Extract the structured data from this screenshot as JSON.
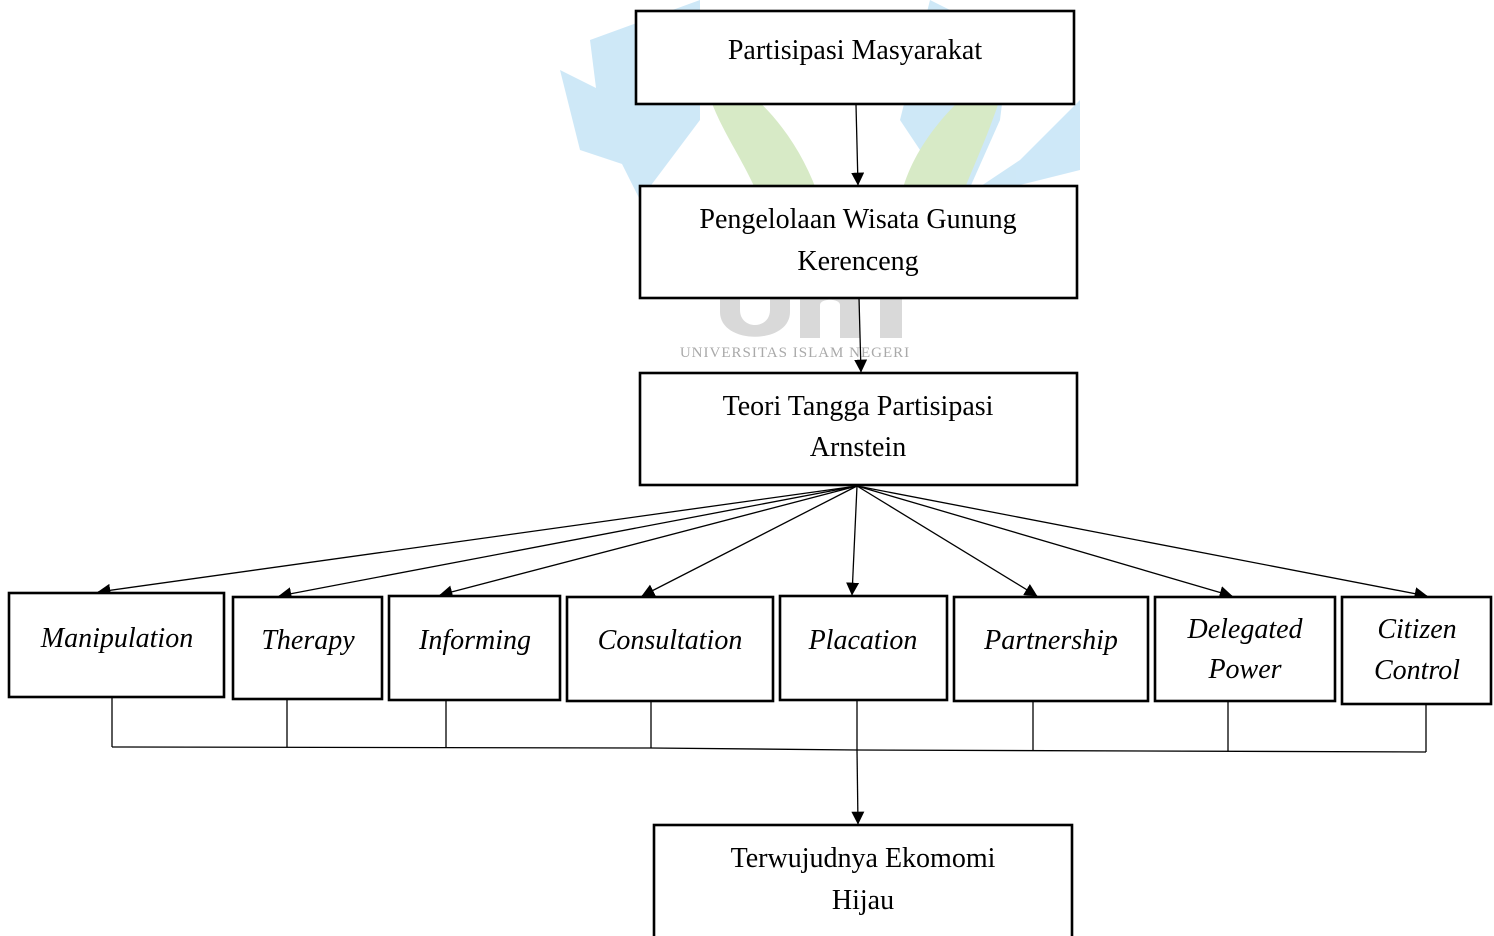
{
  "watermark": {
    "line1": "UNIVERSITAS ISLAM NEGERI",
    "colors": {
      "blue": "#c9e6f7",
      "green": "#d3e8c0",
      "gray": "#d9d9d9"
    }
  },
  "nodes": {
    "top": {
      "lines": [
        "Partisipasi Masyarakat"
      ]
    },
    "management": {
      "lines": [
        "Pengelolaan Wisata Gunung",
        "Kerenceng"
      ]
    },
    "theory": {
      "lines": [
        "Teori Tangga Partisipasi",
        "Arnstein"
      ]
    },
    "rungs": [
      {
        "lines": [
          "Manipulation"
        ]
      },
      {
        "lines": [
          "Therapy"
        ]
      },
      {
        "lines": [
          "Informing"
        ]
      },
      {
        "lines": [
          "Consultation"
        ]
      },
      {
        "lines": [
          "Placation"
        ]
      },
      {
        "lines": [
          "Partnership"
        ]
      },
      {
        "lines": [
          "Delegated",
          "Power"
        ]
      },
      {
        "lines": [
          "Citizen",
          "Control"
        ]
      }
    ],
    "outcome": {
      "lines": [
        "Terwujudnya Ekomomi",
        "Hijau"
      ]
    }
  }
}
